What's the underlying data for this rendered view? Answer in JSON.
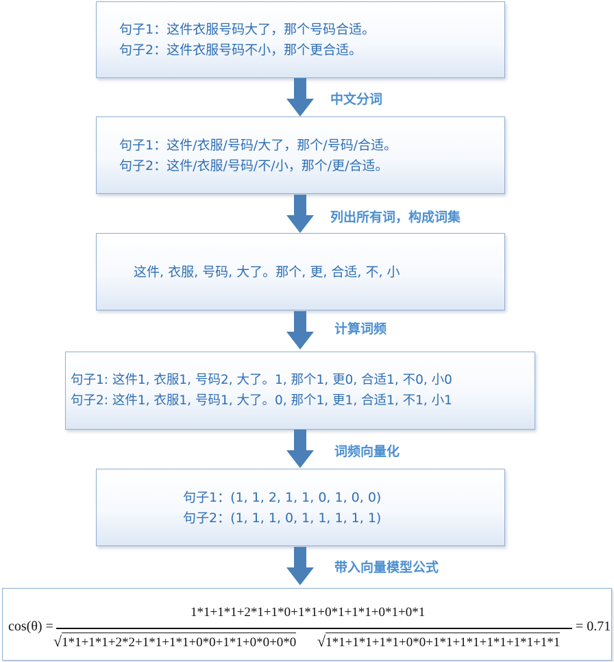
{
  "step1_box": {
    "line1": "句子1：这件衣服号码大了，那个号码合适。",
    "line2": "句子2：这件衣服号码不小，那个更合适。"
  },
  "step1_label": "中文分词",
  "step2_box": {
    "line1": "句子1：这件/衣服/号码/大了，那个/号码/合适。",
    "line2": "句子2：这件/衣服/号码/不/小，那个/更/合适。"
  },
  "step2_label": "列出所有词，构成词集",
  "step3_box": {
    "line1": "这件, 衣服, 号码, 大了。那个, 更, 合适, 不, 小"
  },
  "step3_label": "计算词频",
  "step4_box": {
    "line1": "句子1: 这件1, 衣服1, 号码2, 大了。1,  那个1, 更0, 合适1, 不0, 小0",
    "line2": "句子2: 这件1, 衣服1, 号码1, 大了。0,  那个1, 更1, 合适1, 不1, 小1"
  },
  "step4_label": "词频向量化",
  "step5_box": {
    "line1": "句子1：(1, 1, 2, 1, 1, 0, 1, 0, 0)",
    "line2": "句子2：(1, 1, 1, 0, 1, 1, 1, 1, 1)"
  },
  "step5_label": "带入向量模型公式",
  "formula": {
    "lhs": "cos(θ) =",
    "numerator": "1*1+1*1+2*1+1*0+1*1+0*1+1*1+0*1+0*1",
    "denominator_left": "1*1+1*1+2*2+1*1+1*1+0*0+1*1+0*0+0*0",
    "denominator_right": "1*1+1*1+1*1+0*0+1*1+1*1+1*1+1*1+1*1",
    "result": "= 0.71"
  },
  "colors": {
    "box_text": "#2e6eb5",
    "label_text": "#4b8fd1",
    "arrow": "#4a7fb8",
    "box_border": "#8eaed6"
  }
}
